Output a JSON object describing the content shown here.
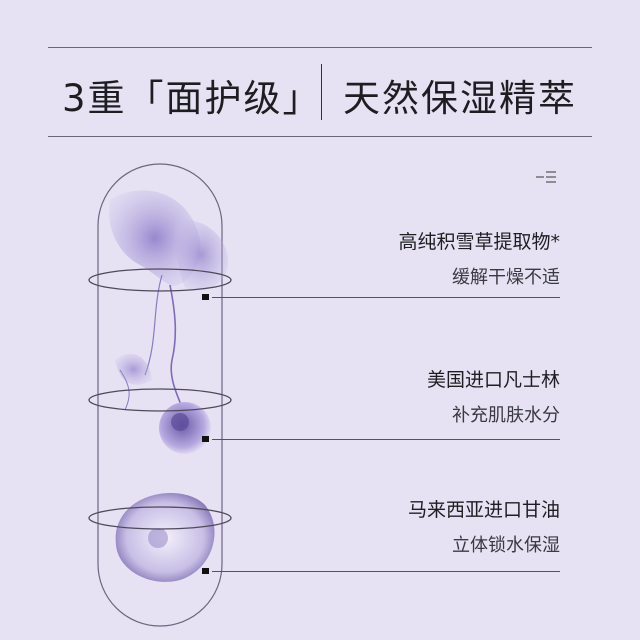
{
  "header": {
    "left_title": "3重「面护级」",
    "right_title": "天然保湿精萃"
  },
  "ingredients": [
    {
      "name": "高纯积雪草提取物*",
      "benefit": "缓解干燥不适"
    },
    {
      "name": "美国进口凡士林",
      "benefit": "补充肌肤水分"
    },
    {
      "name": "马来西亚进口甘油",
      "benefit": "立体锁水保湿"
    }
  ],
  "colors": {
    "background": "#e6e2f3",
    "accent_purple": "#7d6bb8",
    "line": "#55525e"
  },
  "icons": {
    "top_right": "menu-lines-icon",
    "capsule": "capsule-outline-icon"
  }
}
